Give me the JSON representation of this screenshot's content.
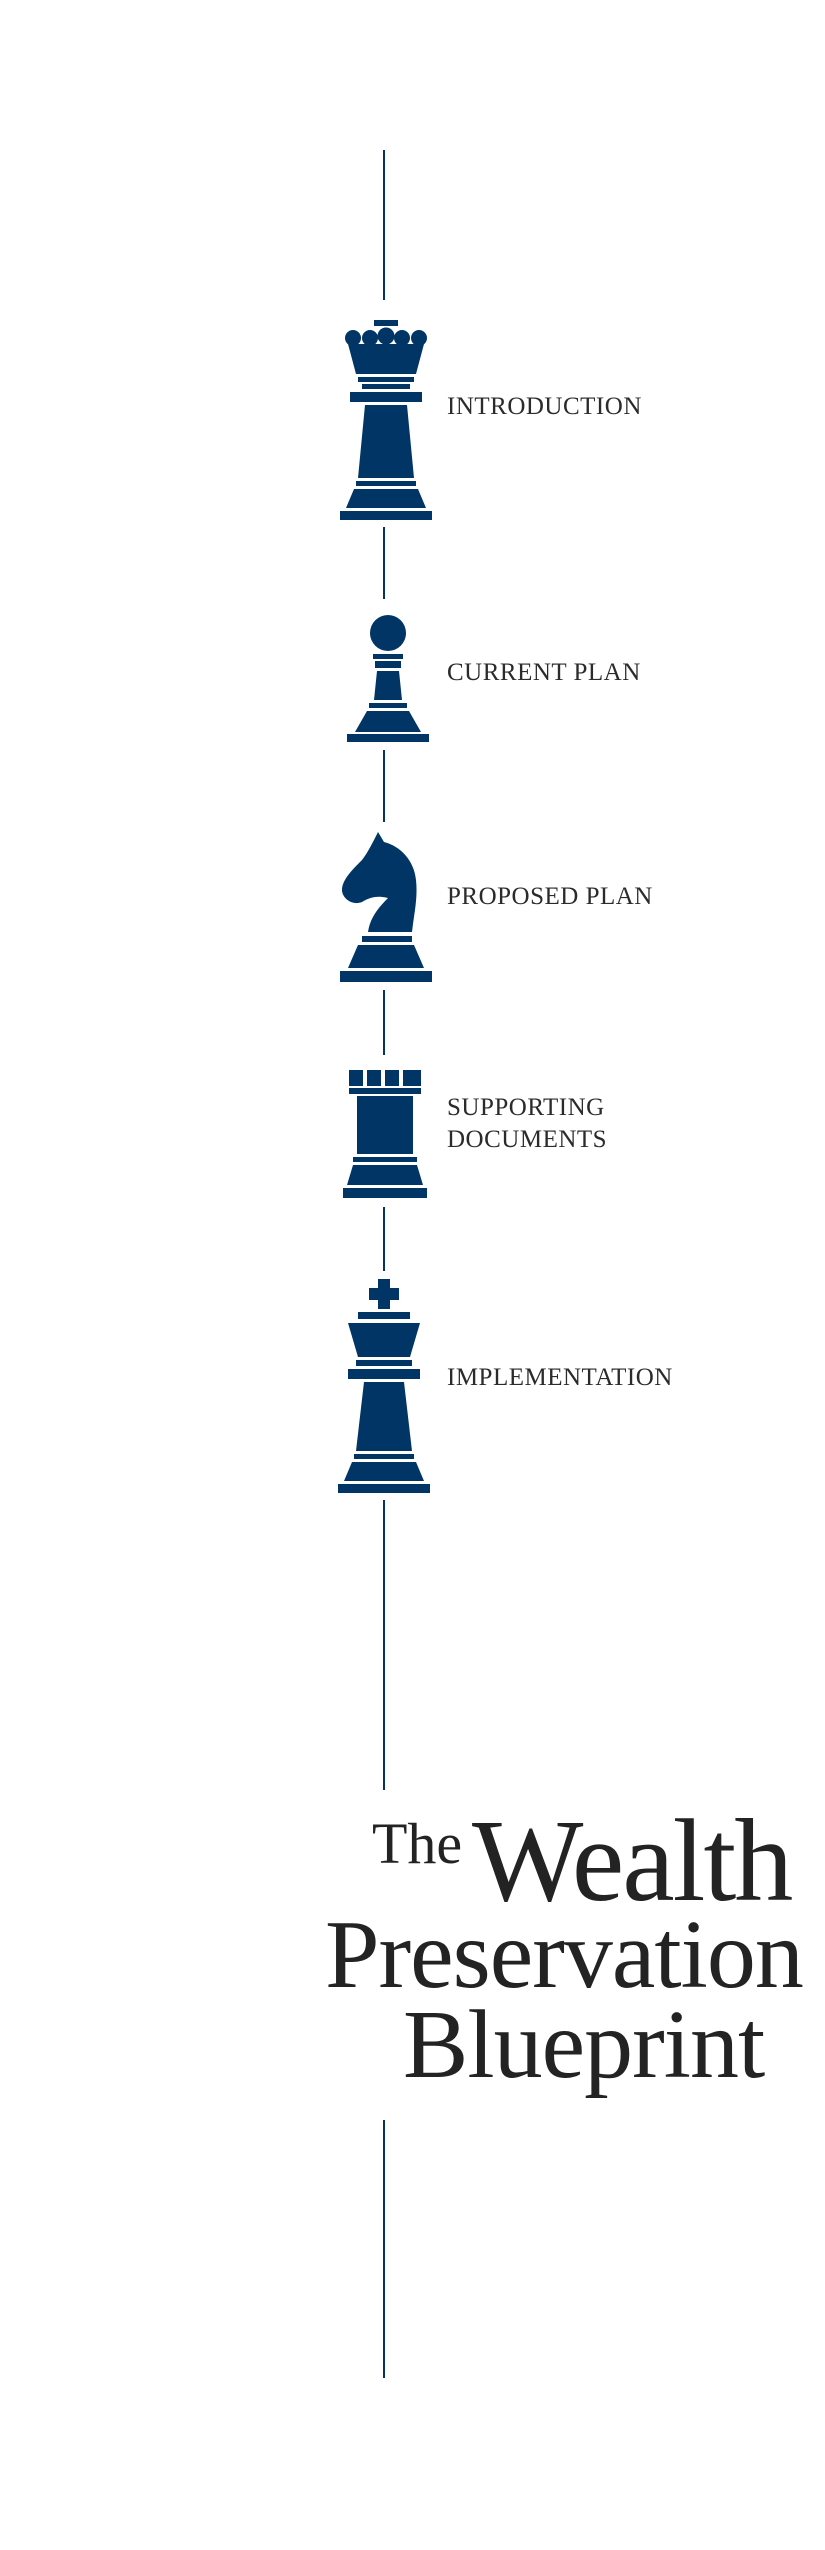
{
  "colors": {
    "accent": "#003565",
    "text": "#2b2b2b"
  },
  "sections": [
    {
      "icon": "queen-icon",
      "label": "INTRODUCTION"
    },
    {
      "icon": "pawn-icon",
      "label": "CURRENT PLAN"
    },
    {
      "icon": "knight-icon",
      "label": "PROPOSED PLAN"
    },
    {
      "icon": "rook-icon",
      "label_line1": "SUPPORTING",
      "label_line2": "DOCUMENTS"
    },
    {
      "icon": "king-icon",
      "label": "IMPLEMENTATION"
    }
  ],
  "title": {
    "the": "The",
    "wealth": "Wealth",
    "preservation": "Preservation",
    "blueprint": "Blueprint"
  }
}
